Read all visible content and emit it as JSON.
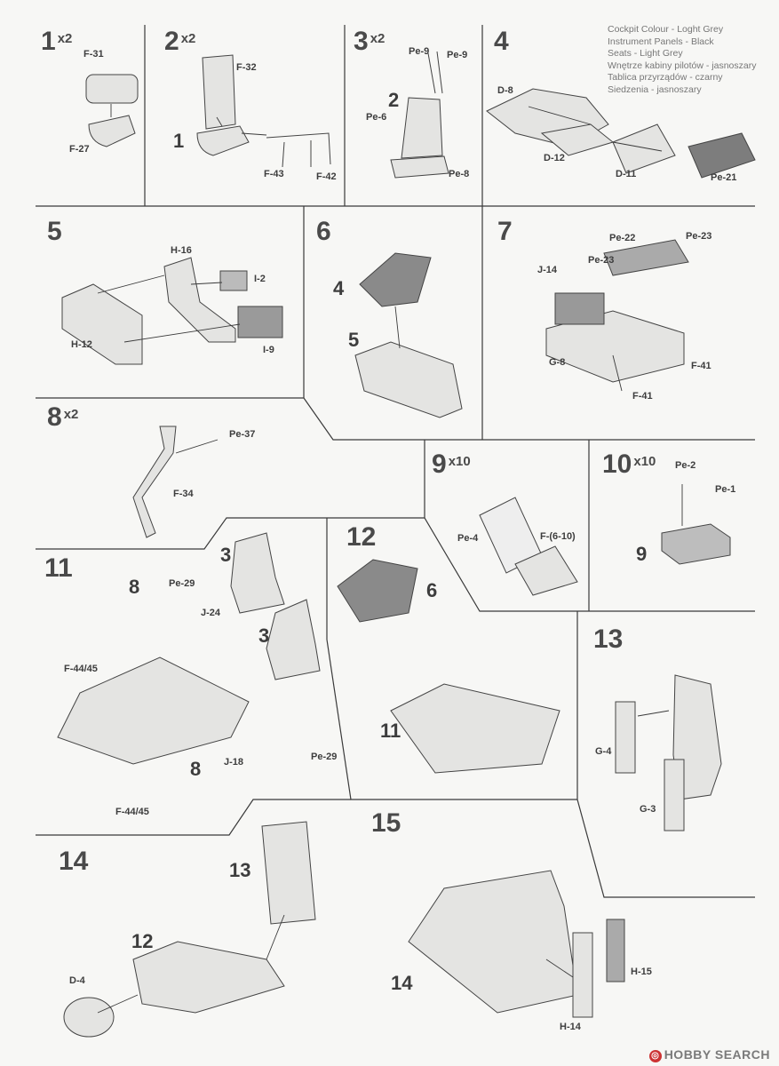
{
  "steps": [
    {
      "num": "1",
      "mult": "x2"
    },
    {
      "num": "2",
      "mult": "x2"
    },
    {
      "num": "3",
      "mult": "x2"
    },
    {
      "num": "4",
      "mult": ""
    },
    {
      "num": "5",
      "mult": ""
    },
    {
      "num": "6",
      "mult": ""
    },
    {
      "num": "7",
      "mult": ""
    },
    {
      "num": "8",
      "mult": "x2"
    },
    {
      "num": "9",
      "mult": "x10"
    },
    {
      "num": "10",
      "mult": "x10"
    },
    {
      "num": "11",
      "mult": ""
    },
    {
      "num": "12",
      "mult": ""
    },
    {
      "num": "13",
      "mult": ""
    },
    {
      "num": "14",
      "mult": ""
    },
    {
      "num": "15",
      "mult": ""
    }
  ],
  "legend": [
    "Cockpit Colour - Loght Grey",
    "Instrument Panels - Black",
    "Seats - Light Grey",
    "Wnętrze kabiny pilotów - jasnoszary",
    "Tablica przyrządów - czarny",
    "Siedzenia - jasnoszary"
  ],
  "parts": {
    "s1": [
      "F-31",
      "F-27"
    ],
    "s2": [
      "F-32",
      "1",
      "F-43",
      "F-42"
    ],
    "s3": [
      "Pe-9",
      "Pe-9",
      "2",
      "Pe-6",
      "Pe-8"
    ],
    "s4": [
      "D-8",
      "D-12",
      "D-11",
      "Pe-21"
    ],
    "s5": [
      "H-16",
      "I-2",
      "H-12",
      "I-9"
    ],
    "s6": [
      "4",
      "5"
    ],
    "s7": [
      "Pe-22",
      "Pe-23",
      "Pe-23",
      "J-14",
      "G-8",
      "F-41",
      "F-41"
    ],
    "s8": [
      "Pe-37",
      "F-34"
    ],
    "s9": [
      "Pe-4",
      "F-(6-10)"
    ],
    "s10": [
      "Pe-2",
      "Pe-1",
      "9"
    ],
    "s11": [
      "3",
      "8",
      "Pe-29",
      "J-24",
      "3",
      "F-44/45",
      "J-18",
      "Pe-29",
      "8",
      "F-44/45"
    ],
    "s12": [
      "6",
      "11"
    ],
    "s13": [
      "G-4",
      "G-3"
    ],
    "s14": [
      "13",
      "12",
      "D-4"
    ],
    "s15": [
      "14",
      "H-15",
      "H-14"
    ]
  },
  "watermark": "HOBBY SEARCH"
}
